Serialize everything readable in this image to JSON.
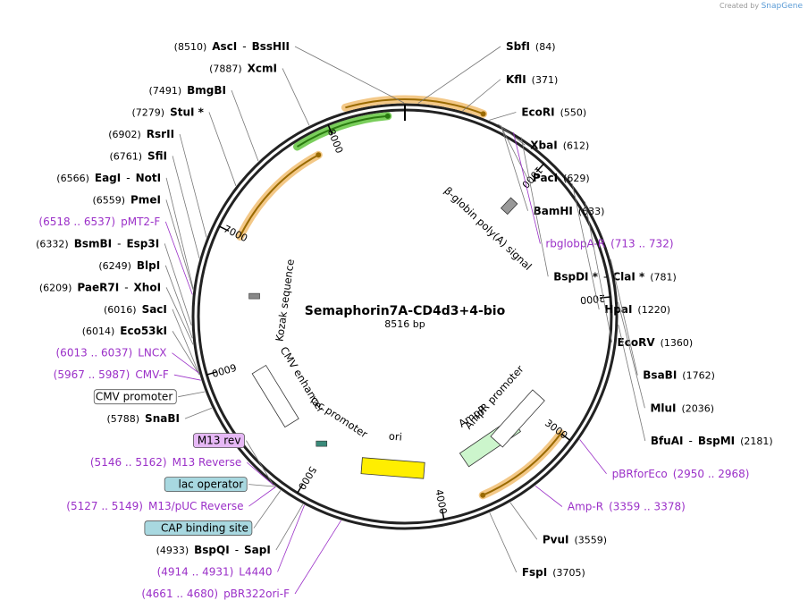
{
  "credit": {
    "prefix": "Created by",
    "brand": "SnapGene"
  },
  "plasmid": {
    "name": "Semaphorin7A-CD4d3+4-bio",
    "length_label": "8516 bp",
    "length": 8516
  },
  "ticks": [
    {
      "pos": 1000,
      "label": "1000"
    },
    {
      "pos": 2000,
      "label": "2000"
    },
    {
      "pos": 3000,
      "label": "3000"
    },
    {
      "pos": 4000,
      "label": "4000"
    },
    {
      "pos": 5000,
      "label": "5000"
    },
    {
      "pos": 6000,
      "label": "6000"
    },
    {
      "pos": 7000,
      "label": "7000"
    },
    {
      "pos": 8000,
      "label": "8000"
    }
  ],
  "right_labels": [
    {
      "pos": 84,
      "parts": [
        {
          "t": "SbfI",
          "b": true
        },
        {
          "t": "(84)",
          "c": true
        }
      ]
    },
    {
      "pos": 371,
      "parts": [
        {
          "t": "KflI",
          "b": true
        },
        {
          "t": "(371)",
          "c": true
        }
      ]
    },
    {
      "pos": 550,
      "parts": [
        {
          "t": "EcoRI",
          "b": true
        },
        {
          "t": "(550)",
          "c": true
        }
      ]
    },
    {
      "pos": 612,
      "parts": [
        {
          "t": "XbaI",
          "b": true
        },
        {
          "t": "(612)",
          "c": true
        }
      ]
    },
    {
      "pos": 629,
      "parts": [
        {
          "t": "PacI",
          "b": true
        },
        {
          "t": "(629)",
          "c": true
        }
      ]
    },
    {
      "pos": 633,
      "parts": [
        {
          "t": "BamHI",
          "b": true
        },
        {
          "t": "(633)",
          "c": true
        }
      ]
    },
    {
      "pos": 722,
      "primer": true,
      "parts": [
        {
          "t": "rbglobpA-R"
        },
        {
          "t": "(713 .. 732)"
        }
      ]
    },
    {
      "pos": 781,
      "parts": [
        {
          "t": "BspDI *",
          "b": true
        },
        {
          "t": "-"
        },
        {
          "t": "ClaI *",
          "b": true
        },
        {
          "t": "(781)",
          "c": true
        }
      ]
    },
    {
      "pos": 1220,
      "parts": [
        {
          "t": "HpaI",
          "b": true
        },
        {
          "t": "(1220)",
          "c": true
        }
      ]
    },
    {
      "pos": 1360,
      "parts": [
        {
          "t": "EcoRV",
          "b": true
        },
        {
          "t": "(1360)",
          "c": true
        }
      ]
    },
    {
      "pos": 1762,
      "parts": [
        {
          "t": "BsaBI",
          "b": true
        },
        {
          "t": "(1762)",
          "c": true
        }
      ]
    },
    {
      "pos": 2036,
      "parts": [
        {
          "t": "MluI",
          "b": true
        },
        {
          "t": "(2036)",
          "c": true
        }
      ]
    },
    {
      "pos": 2181,
      "parts": [
        {
          "t": "BfuAI",
          "b": true
        },
        {
          "t": "-"
        },
        {
          "t": "BspMI",
          "b": true
        },
        {
          "t": "(2181)",
          "c": true
        }
      ]
    },
    {
      "pos": 2959,
      "primer": true,
      "parts": [
        {
          "t": "pBRforEco"
        },
        {
          "t": "(2950 .. 2968)"
        }
      ]
    },
    {
      "pos": 3368,
      "primer": true,
      "parts": [
        {
          "t": "Amp-R"
        },
        {
          "t": "(3359 .. 3378)"
        }
      ]
    },
    {
      "pos": 3559,
      "parts": [
        {
          "t": "PvuI",
          "b": true
        },
        {
          "t": "(3559)",
          "c": true
        }
      ]
    },
    {
      "pos": 3705,
      "parts": [
        {
          "t": "FspI",
          "b": true
        },
        {
          "t": "(3705)",
          "c": true
        }
      ]
    }
  ],
  "left_labels": [
    {
      "pos": 8510,
      "parts": [
        {
          "t": "(8510)",
          "c": true
        },
        {
          "t": "AscI",
          "b": true
        },
        {
          "t": "-"
        },
        {
          "t": "BssHII",
          "b": true
        }
      ]
    },
    {
      "pos": 7887,
      "parts": [
        {
          "t": "(7887)",
          "c": true
        },
        {
          "t": "XcmI",
          "b": true
        }
      ]
    },
    {
      "pos": 7491,
      "parts": [
        {
          "t": "(7491)",
          "c": true
        },
        {
          "t": "BmgBI",
          "b": true
        }
      ]
    },
    {
      "pos": 7279,
      "parts": [
        {
          "t": "(7279)",
          "c": true
        },
        {
          "t": "StuI *",
          "b": true
        }
      ]
    },
    {
      "pos": 6902,
      "parts": [
        {
          "t": "(6902)",
          "c": true
        },
        {
          "t": "RsrII",
          "b": true
        }
      ]
    },
    {
      "pos": 6761,
      "parts": [
        {
          "t": "(6761)",
          "c": true
        },
        {
          "t": "SfiI",
          "b": true
        }
      ]
    },
    {
      "pos": 6566,
      "parts": [
        {
          "t": "(6566)",
          "c": true
        },
        {
          "t": "EagI",
          "b": true
        },
        {
          "t": "-"
        },
        {
          "t": "NotI",
          "b": true
        }
      ]
    },
    {
      "pos": 6559,
      "parts": [
        {
          "t": "(6559)",
          "c": true
        },
        {
          "t": "PmeI",
          "b": true
        }
      ]
    },
    {
      "pos": 6527,
      "primer": true,
      "parts": [
        {
          "t": "(6518 .. 6537)"
        },
        {
          "t": "pMT2-F"
        }
      ]
    },
    {
      "pos": 6332,
      "parts": [
        {
          "t": "(6332)",
          "c": true
        },
        {
          "t": "BsmBI",
          "b": true
        },
        {
          "t": "-"
        },
        {
          "t": "Esp3I",
          "b": true
        }
      ]
    },
    {
      "pos": 6249,
      "parts": [
        {
          "t": "(6249)",
          "c": true
        },
        {
          "t": "BlpI",
          "b": true
        }
      ]
    },
    {
      "pos": 6209,
      "parts": [
        {
          "t": "(6209)",
          "c": true
        },
        {
          "t": "PaeR7I",
          "b": true
        },
        {
          "t": "-"
        },
        {
          "t": "XhoI",
          "b": true
        }
      ]
    },
    {
      "pos": 6016,
      "parts": [
        {
          "t": "(6016)",
          "c": true
        },
        {
          "t": "SacI",
          "b": true
        }
      ]
    },
    {
      "pos": 6014,
      "parts": [
        {
          "t": "(6014)",
          "c": true
        },
        {
          "t": "Eco53kI",
          "b": true
        }
      ]
    },
    {
      "pos": 6025,
      "primer": true,
      "parts": [
        {
          "t": "(6013 .. 6037)"
        },
        {
          "t": "LNCX"
        }
      ]
    },
    {
      "pos": 5977,
      "primer": true,
      "parts": [
        {
          "t": "(5967 .. 5987)"
        },
        {
          "t": "CMV-F"
        }
      ]
    },
    {
      "pos": 5900,
      "box": "#ffffff",
      "parts": [
        {
          "t": "CMV promoter"
        }
      ]
    },
    {
      "pos": 5788,
      "parts": [
        {
          "t": "(5788)",
          "c": true
        },
        {
          "t": "SnaBI",
          "b": true
        }
      ]
    },
    {
      "pos": 5160,
      "box": "#e6b8f5",
      "parts": [
        {
          "t": "M13 rev"
        }
      ]
    },
    {
      "pos": 5154,
      "primer": true,
      "parts": [
        {
          "t": "(5146 .. 5162)"
        },
        {
          "t": "M13 Reverse"
        }
      ]
    },
    {
      "pos": 5140,
      "box": "#a8d8e0",
      "parts": [
        {
          "t": "lac operator"
        }
      ]
    },
    {
      "pos": 5138,
      "primer": true,
      "parts": [
        {
          "t": "(5127 .. 5149)"
        },
        {
          "t": "M13/pUC Reverse"
        }
      ]
    },
    {
      "pos": 5100,
      "box": "#a8d8e0",
      "parts": [
        {
          "t": "CAP binding site"
        }
      ]
    },
    {
      "pos": 4933,
      "parts": [
        {
          "t": "(4933)",
          "c": true
        },
        {
          "t": "BspQI",
          "b": true
        },
        {
          "t": "-"
        },
        {
          "t": "SapI",
          "b": true
        }
      ]
    },
    {
      "pos": 4922,
      "primer": true,
      "parts": [
        {
          "t": "(4914 .. 4931)"
        },
        {
          "t": "L4440"
        }
      ]
    },
    {
      "pos": 4670,
      "primer": true,
      "parts": [
        {
          "t": "(4661 .. 4680)"
        },
        {
          "t": "pBR322ori-F"
        }
      ]
    }
  ],
  "features": [
    {
      "name": "Kozak sequence",
      "start": 6560,
      "end": 6580,
      "color": "#888888",
      "kind": "small"
    },
    {
      "name": "β-globin poly(A) signal",
      "start": 1000,
      "end": 1050,
      "color": "#999999",
      "kind": "box"
    },
    {
      "name": "CMV enhancer",
      "start": 5450,
      "end": 5830,
      "color": "#ffffff",
      "kind": "arrow-rev"
    },
    {
      "name": "lac promoter",
      "start": 5030,
      "end": 5060,
      "color": "#3a8a7a",
      "kind": "small"
    },
    {
      "name": "ori",
      "start": 4570,
      "end": 4160,
      "color": "#ffee00",
      "kind": "arrow-rev"
    },
    {
      "name": "AmpR",
      "start": 3700,
      "end": 3200,
      "color": "#ccf5cc",
      "kind": "arrow-rev"
    },
    {
      "name": "AmpR promoter",
      "start": 3100,
      "end": 3150,
      "color": "#ffffff",
      "kind": "arrow-rev"
    }
  ],
  "arcs": [
    {
      "start": 8140,
      "end": 500,
      "color": "#f2c27a",
      "line": "#9a6a00",
      "r": 243,
      "note": "orange top arc"
    },
    {
      "start": 7750,
      "end": 8400,
      "color": "#6cc94a",
      "line": "#2a7a10",
      "r": 225,
      "note": "green arc"
    },
    {
      "start": 7000,
      "end": 7850,
      "color": "#f2c27a",
      "line": "#9a6a00",
      "r": 205,
      "note": "orange left arc"
    },
    {
      "start": 3000,
      "end": 3700,
      "color": "#f2c27a",
      "line": "#9a6a00",
      "r": 218,
      "note": "orange bottom right arc"
    }
  ]
}
